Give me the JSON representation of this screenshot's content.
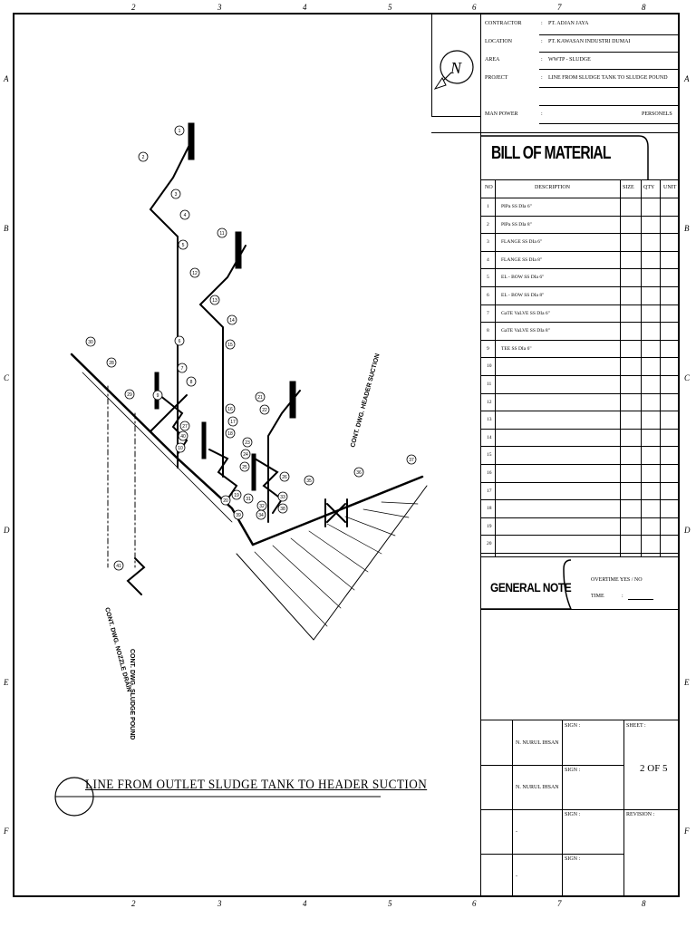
{
  "ruler": {
    "top": [
      "2",
      "3",
      "4",
      "5",
      "6",
      "7",
      "8"
    ],
    "left": [
      "A",
      "B",
      "C",
      "D",
      "E",
      "F"
    ]
  },
  "info": {
    "contractor_label": "CONTRACTOR",
    "contractor_value": "PT. ADJAN JAYA",
    "location_label": "LOCATION",
    "location_value": "PT. KAWASAN INDUSTRI DUMAI",
    "area_label": "AREA",
    "area_value": "WWTP - SLUDGE",
    "project_label": "PROJECT",
    "project_value": "LINE FROM SLUDGE TANK TO SLUDGE POUND",
    "manpower_label": "MAN POWER",
    "personel_label": "PERSONELS",
    "north_letter": "N"
  },
  "bom": {
    "title": "BILL OF MATERIAL",
    "headers": [
      "NO",
      "DESCRIPTION",
      "SIZE",
      "QTY",
      "UNIT"
    ],
    "rows": [
      {
        "no": "1",
        "desc": "PIPa SS DIa 6\""
      },
      {
        "no": "2",
        "desc": "PIPa SS DIa 8\""
      },
      {
        "no": "3",
        "desc": "FLANGE SS DIa 6\""
      },
      {
        "no": "4",
        "desc": "FLANGE SS DIa 8\""
      },
      {
        "no": "5",
        "desc": "EL - BOW SS DIa 6\""
      },
      {
        "no": "6",
        "desc": "EL - BOW SS DIa 8\""
      },
      {
        "no": "7",
        "desc": "GaTE VaLVE SS DIa 6\""
      },
      {
        "no": "8",
        "desc": "GaTE VaLVE SS DIa 8\""
      },
      {
        "no": "9",
        "desc": "TEE SS DIa 6\""
      },
      {
        "no": "10",
        "desc": ""
      },
      {
        "no": "11",
        "desc": ""
      },
      {
        "no": "12",
        "desc": ""
      },
      {
        "no": "13",
        "desc": ""
      },
      {
        "no": "14",
        "desc": ""
      },
      {
        "no": "15",
        "desc": ""
      },
      {
        "no": "16",
        "desc": ""
      },
      {
        "no": "17",
        "desc": ""
      },
      {
        "no": "18",
        "desc": ""
      },
      {
        "no": "19",
        "desc": ""
      },
      {
        "no": "20",
        "desc": ""
      }
    ]
  },
  "general_note": {
    "title": "GENERAL NOTE",
    "overtime_label": "OVERTIME  YES / NO",
    "time_label": "TIME"
  },
  "signatures": {
    "names": [
      "N. NURUL IHSAN",
      "N. NURUL IHSAN",
      "-",
      "-"
    ],
    "sign_label": "SIGN :",
    "sheet_label": "SHEET :",
    "revision_label": "REVISION :",
    "sheet_value": "2  OF  5"
  },
  "drawing": {
    "caption": "LINE  FROM  OUTLET  SLUDGE  TANK  TO  HEADER  SUCTION",
    "callouts": [
      "1",
      "2",
      "3",
      "4",
      "5",
      "6",
      "7",
      "8",
      "9",
      "10",
      "11",
      "12",
      "13",
      "14",
      "15",
      "16",
      "17",
      "18",
      "19",
      "20",
      "21",
      "22",
      "23",
      "24",
      "25",
      "26",
      "27",
      "28",
      "29",
      "30",
      "31",
      "32",
      "33",
      "34",
      "35",
      "36",
      "37",
      "38",
      "39",
      "40",
      "41"
    ],
    "notes": [
      "CONT. DWG. SLUDGE POUND",
      "CONT. DWG. HEADER SUCTION",
      "CONT. DWG. NOZZLE DRAIN",
      "NOZZLE DRAIN"
    ]
  }
}
